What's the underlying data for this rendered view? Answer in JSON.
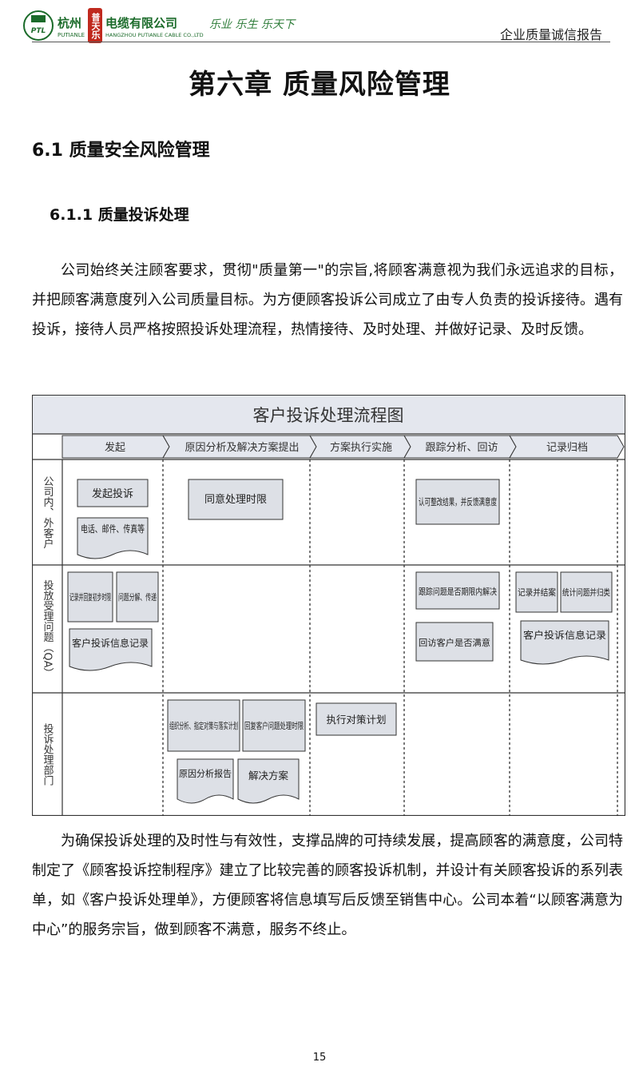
{
  "header": {
    "logo": {
      "badge_text": "PTL",
      "city_cn": "杭州",
      "city_en": "PUTIANLE",
      "brand_cn": "普天乐",
      "company_cn": "电缆有限公司",
      "company_en": "HANGZHOU PUTIANLE CABLE CO.,LTD",
      "slogan": "乐业 乐生 乐天下"
    },
    "report_title": "企业质量诚信报告"
  },
  "chapter_title": "第六章  质量风险管理",
  "section_title": "6.1  质量安全风险管理",
  "subsection_title": "6.1.1  质量投诉处理",
  "paragraph_1": "公司始终关注顾客要求，贯彻\"质量第一\"的宗旨,将顾客满意视为我们永远追求的目标，并把顾客满意度列入公司质量目标。为方便顾客投诉公司成立了由专人负责的投诉接待。遇有投诉，接待人员严格按照投诉处理流程，热情接待、及时处理、并做好记录、及时反馈。",
  "flowchart": {
    "title": "客户投诉处理流程图",
    "phases": [
      "发起",
      "原因分析及解决方案提出",
      "方案执行实施",
      "跟踪分析、回访",
      "记录归档"
    ],
    "lanes": [
      {
        "label": "公司内、外客户",
        "items": [
          "发起投诉",
          "电话、邮件、传真等",
          "同意处理时限",
          "认可整改结果，并反馈满意度"
        ]
      },
      {
        "label": "投放受理问题（QA）",
        "items": [
          "记录并回复初步时限",
          "问题分解、传递",
          "客户投诉信息记录",
          "跟踪问题是否期限内解决",
          "回访客户是否满意",
          "记录并结案",
          "统计问题并归类",
          "客户投诉信息记录"
        ]
      },
      {
        "label": "投诉处理部门",
        "items": [
          "组织分析、指定对策与落实计划",
          "回复客户问题处理时限",
          "执行对策计划",
          "原因分析报告",
          "解决方案"
        ]
      }
    ],
    "colors": {
      "header_fill": "#e4e7ee",
      "box_fill": "#dde0e6",
      "line": "#333333"
    }
  },
  "paragraph_2": "为确保投诉处理的及时性与有效性，支撑品牌的可持续发展，提高顾客的满意度，公司特制定了《顾客投诉控制程序》建立了比较完善的顾客投诉机制，并设计有关顾客投诉的系列表单，如《客户投诉处理单》，方便顾客将信息填写后反馈至销售中心。公司本着“以顾客满意为中心”的服务宗旨，做到顾客不满意，服务不终止。",
  "page_number": "15"
}
